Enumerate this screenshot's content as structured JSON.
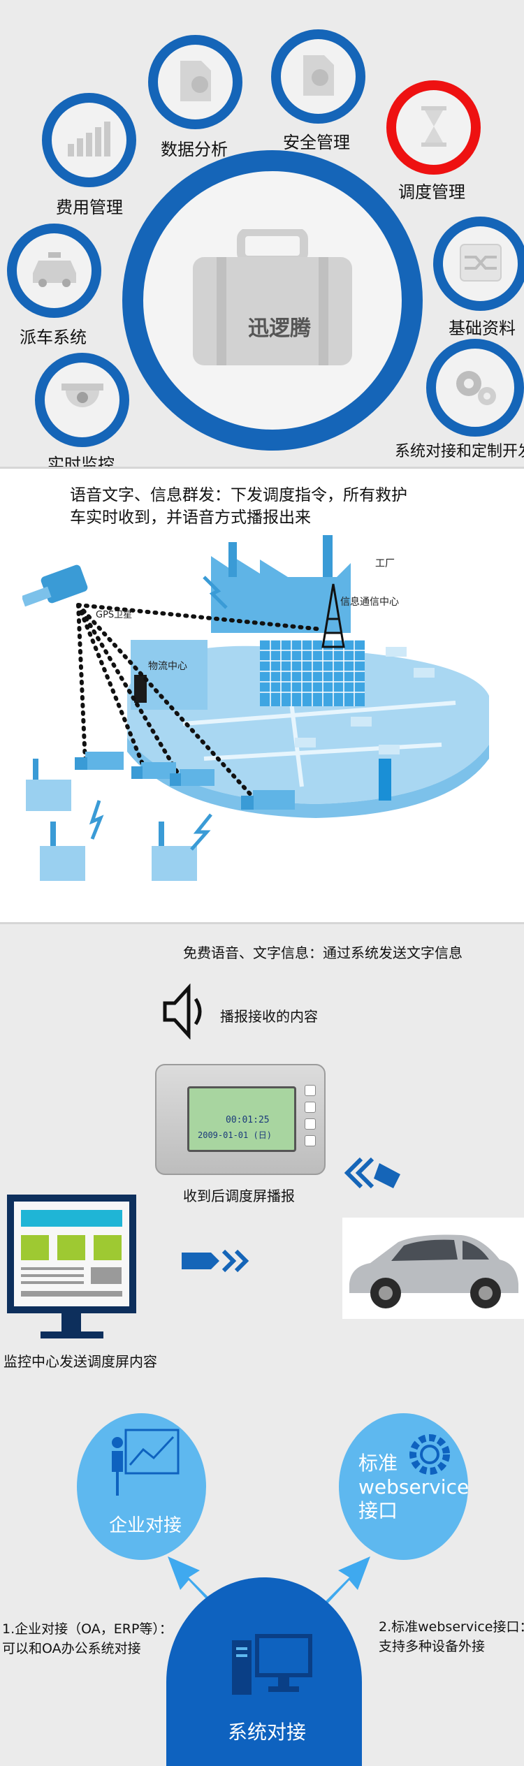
{
  "features": {
    "center_logo_text": "迅逻腾",
    "data_analysis": "数据分析",
    "security": "安全管理",
    "dispatch_mgmt": "调度管理",
    "cost_mgmt": "费用管理",
    "base_info": "基础资料",
    "dispatch_car": "派车系统",
    "integration": "系统对接和定制开发",
    "realtime": "实时监控"
  },
  "broadcast": {
    "line1": "语音文字、信息群发：下发调度指令，所有救护",
    "line2": "车实时收到，并语音方式播报出来",
    "labels": {
      "factory": "工厂",
      "info_center": "信息通信中心",
      "gps": "GPS卫星",
      "logistics": "物流中心"
    }
  },
  "messaging": {
    "title": "免费语音、文字信息：通过系统发送文字信息",
    "speaker_caption": "播报接收的内容",
    "device_time": "00:01:25",
    "device_date": "2009-01-01 (日)",
    "device_caption": "收到后调度屏播报",
    "monitor_caption": "监控中心发送调度屏内容"
  },
  "integration": {
    "enterprise_label": "企业对接",
    "ws_line1": "标准",
    "ws_line2": "webservice",
    "ws_line3": "接口",
    "note_left_1": "1.企业对接（OA，ERP等）：",
    "note_left_2": "可以和OA办公系统对接",
    "note_right_1": "2.标准webservice接口：",
    "note_right_2": "支持多种设备外接",
    "center_label": "系统对接"
  },
  "colors": {
    "accent_blue": "#1565b8",
    "alert_red": "#ee1111",
    "light_blue": "#5eb8ef",
    "deep_blue": "#0e62bf"
  }
}
